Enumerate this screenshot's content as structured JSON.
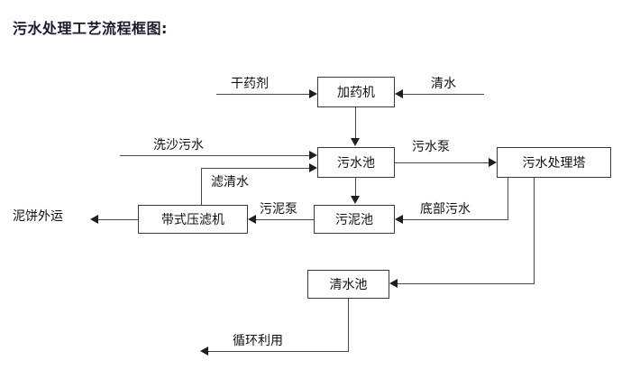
{
  "title": "污水处理工艺流程框图:",
  "diagram": {
    "type": "flowchart",
    "nodes": [
      {
        "id": "dosing-machine",
        "label": "加药机"
      },
      {
        "id": "wastewater-pool",
        "label": "污水池"
      },
      {
        "id": "treatment-tower",
        "label": "污水处理塔"
      },
      {
        "id": "belt-filter-press",
        "label": "带式压滤机"
      },
      {
        "id": "sludge-pool",
        "label": "污泥池"
      },
      {
        "id": "clear-water-pool",
        "label": "清水池"
      }
    ],
    "edge_labels": [
      {
        "id": "dry-chemical",
        "label": "干药剂"
      },
      {
        "id": "clean-water",
        "label": "清水"
      },
      {
        "id": "sand-washing-wastewater",
        "label": "洗沙污水"
      },
      {
        "id": "filtered-clear-water",
        "label": "滤清水"
      },
      {
        "id": "wastewater-pump",
        "label": "污水泵"
      },
      {
        "id": "mud-cake-transport",
        "label": "泥饼外运"
      },
      {
        "id": "sludge-pump",
        "label": "污泥泵"
      },
      {
        "id": "bottom-wastewater",
        "label": "底部污水"
      },
      {
        "id": "recycle-reuse",
        "label": "循环利用"
      }
    ],
    "colors": {
      "box_border": "#3a3a3a",
      "line": "#4a4a4a",
      "arrow": "#1f1f1f",
      "text": "#111111",
      "title": "#1a1a2e",
      "background": "#ffffff"
    }
  }
}
